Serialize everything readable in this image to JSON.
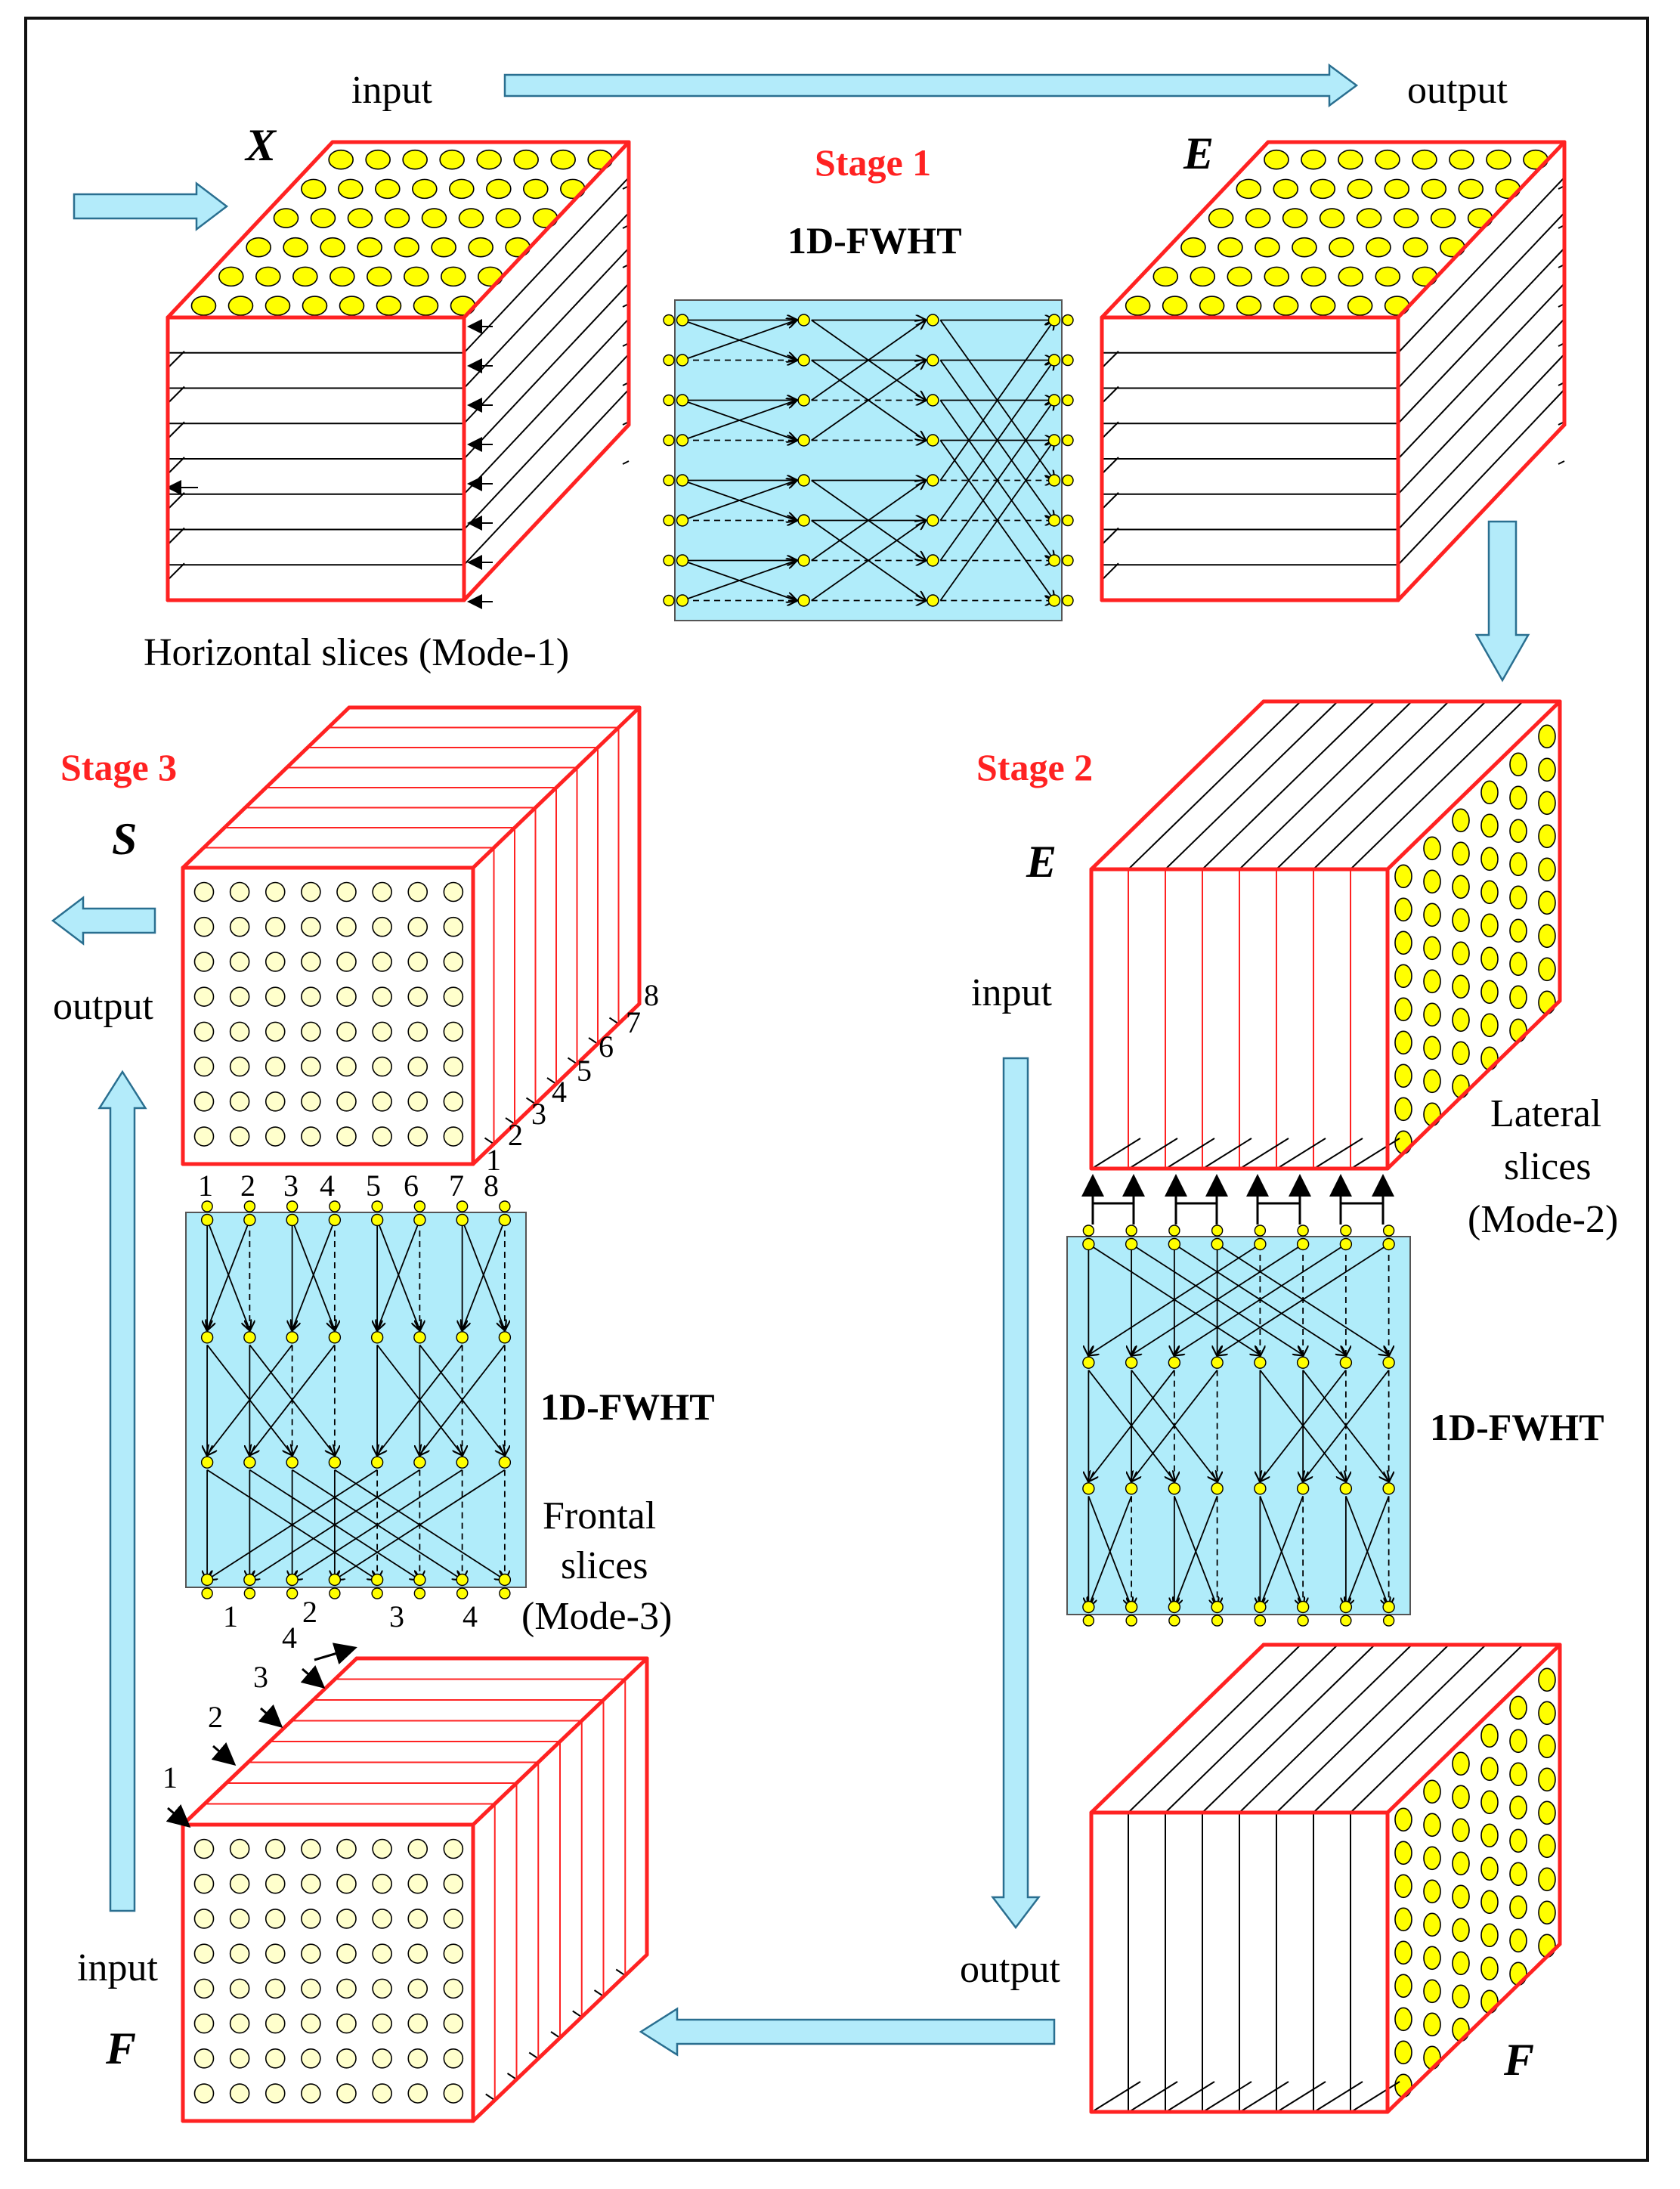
{
  "labels": {
    "input_top": "input",
    "output_top": "output",
    "stage1": "Stage 1",
    "stage2": "Stage 2",
    "stage3": "Stage 3",
    "fwht": "1D-FWHT",
    "x": "X",
    "e": "E",
    "f": "F",
    "s": "S",
    "horizontal": "Horizontal slices  (Mode-1)",
    "lateral": [
      "Lateral",
      "slices",
      "(Mode-2)"
    ],
    "frontal": [
      "Frontal",
      "slices",
      "(Mode-3)"
    ],
    "input": "input",
    "output": "output"
  },
  "numbers": {
    "s_slices": [
      "1",
      "2",
      "3",
      "4",
      "5",
      "6",
      "7",
      "8"
    ],
    "f3_top": [
      "1",
      "2",
      "3",
      "4",
      "5",
      "6",
      "7",
      "8"
    ],
    "f3_bottom": [
      "1",
      "2",
      "3",
      "4"
    ],
    "f_slices": [
      "1",
      "2",
      "3",
      "4"
    ]
  },
  "colors": {
    "cube_edge": "#ff2222",
    "dot_yellow": "#ffff00",
    "dot_cream": "#ffffcc",
    "network_bg": "#b0ecfa",
    "arrow_fill": "#b3ebfa",
    "arrow_stroke": "#2a6f90",
    "stage_text": "#ff2222"
  }
}
